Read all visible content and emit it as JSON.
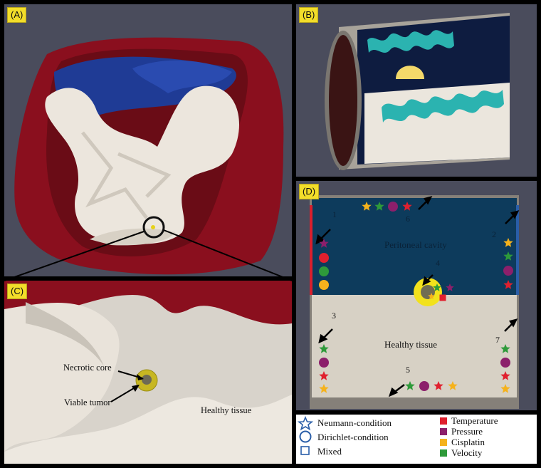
{
  "panels": {
    "a": {
      "tag": "(A)"
    },
    "b": {
      "tag": "(B)"
    },
    "c": {
      "tag": "(C)",
      "necrotic_core": "Necrotic core",
      "viable_tumor": "Viable tumor",
      "healthy_tissue": "Healthy tissue"
    },
    "d": {
      "tag": "(D)",
      "peritoneal_cavity": "Peritoneal cavity",
      "healthy_tissue": "Healthy tissue",
      "boundary_numbers": [
        "1",
        "2",
        "3",
        "4",
        "5",
        "6",
        "7"
      ]
    }
  },
  "legend": {
    "shapes": [
      {
        "icon": "star-outline-icon",
        "label": "Neumann-condition"
      },
      {
        "icon": "circle-outline-icon",
        "label": "Dirichlet-condition"
      },
      {
        "icon": "square-outline-icon",
        "label": "Mixed"
      }
    ],
    "variables": [
      {
        "label": "Temperature",
        "color": "#e0202e"
      },
      {
        "label": "Pressure",
        "color": "#8c1f6b"
      },
      {
        "label": "Cisplatin",
        "color": "#f5b21c"
      },
      {
        "label": "Velocity",
        "color": "#2e9a3a"
      }
    ]
  }
}
